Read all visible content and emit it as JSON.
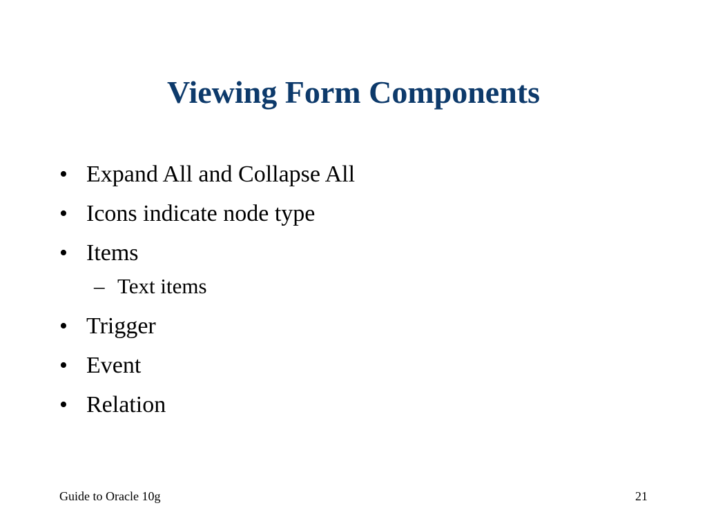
{
  "slide": {
    "title": "Viewing Form Components",
    "title_color": "#0d3a6b",
    "bullet_symbol": "•",
    "sub_bullet_symbol": "–",
    "bullets": [
      {
        "text": "Expand All and Collapse All"
      },
      {
        "text": "Icons indicate node type"
      },
      {
        "text": "Items"
      },
      {
        "text": "Trigger"
      },
      {
        "text": "Event"
      },
      {
        "text": "Relation"
      }
    ],
    "sub_bullets": [
      {
        "text": "Text items"
      }
    ]
  },
  "footer": {
    "left": "Guide to Oracle 10g",
    "page_number": "21"
  }
}
